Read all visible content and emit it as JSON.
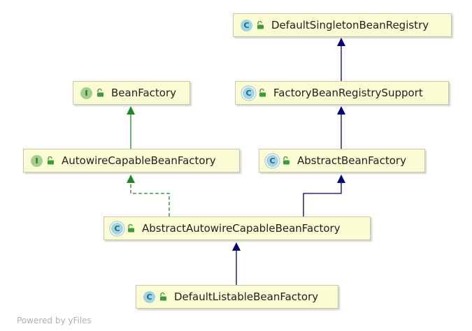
{
  "nodes": {
    "default_singleton_bean_registry": {
      "label": "DefaultSingletonBeanRegistry",
      "kind": "class",
      "kind_letter": "C"
    },
    "bean_factory": {
      "label": "BeanFactory",
      "kind": "interface",
      "kind_letter": "I"
    },
    "factory_bean_registry_support": {
      "label": "FactoryBeanRegistrySupport",
      "kind": "abstract",
      "kind_letter": "C"
    },
    "autowire_capable_bean_factory": {
      "label": "AutowireCapableBeanFactory",
      "kind": "interface",
      "kind_letter": "I"
    },
    "abstract_bean_factory": {
      "label": "AbstractBeanFactory",
      "kind": "abstract",
      "kind_letter": "C"
    },
    "abstract_autowire_capable_bean_factory": {
      "label": "AbstractAutowireCapableBeanFactory",
      "kind": "abstract",
      "kind_letter": "C"
    },
    "default_listable_bean_factory": {
      "label": "DefaultListableBeanFactory",
      "kind": "class",
      "kind_letter": "C"
    }
  },
  "edges": [
    {
      "from": "FactoryBeanRegistrySupport",
      "to": "DefaultSingletonBeanRegistry",
      "type": "extends"
    },
    {
      "from": "AutowireCapableBeanFactory",
      "to": "BeanFactory",
      "type": "extends"
    },
    {
      "from": "AbstractBeanFactory",
      "to": "FactoryBeanRegistrySupport",
      "type": "extends"
    },
    {
      "from": "AbstractAutowireCapableBeanFactory",
      "to": "AbstractBeanFactory",
      "type": "extends"
    },
    {
      "from": "AbstractAutowireCapableBeanFactory",
      "to": "AutowireCapableBeanFactory",
      "type": "implements"
    },
    {
      "from": "DefaultListableBeanFactory",
      "to": "AbstractAutowireCapableBeanFactory",
      "type": "extends"
    }
  ],
  "colors": {
    "extends": "#000080",
    "implements": "#1f8a1f",
    "interface_extends": "#1f8a1f",
    "node_fill": "#fbfbd4",
    "node_border": "#c9c9a6"
  },
  "icons": {
    "visibility": "open-lock-icon"
  },
  "footer": {
    "text": "Powered by yFiles"
  }
}
